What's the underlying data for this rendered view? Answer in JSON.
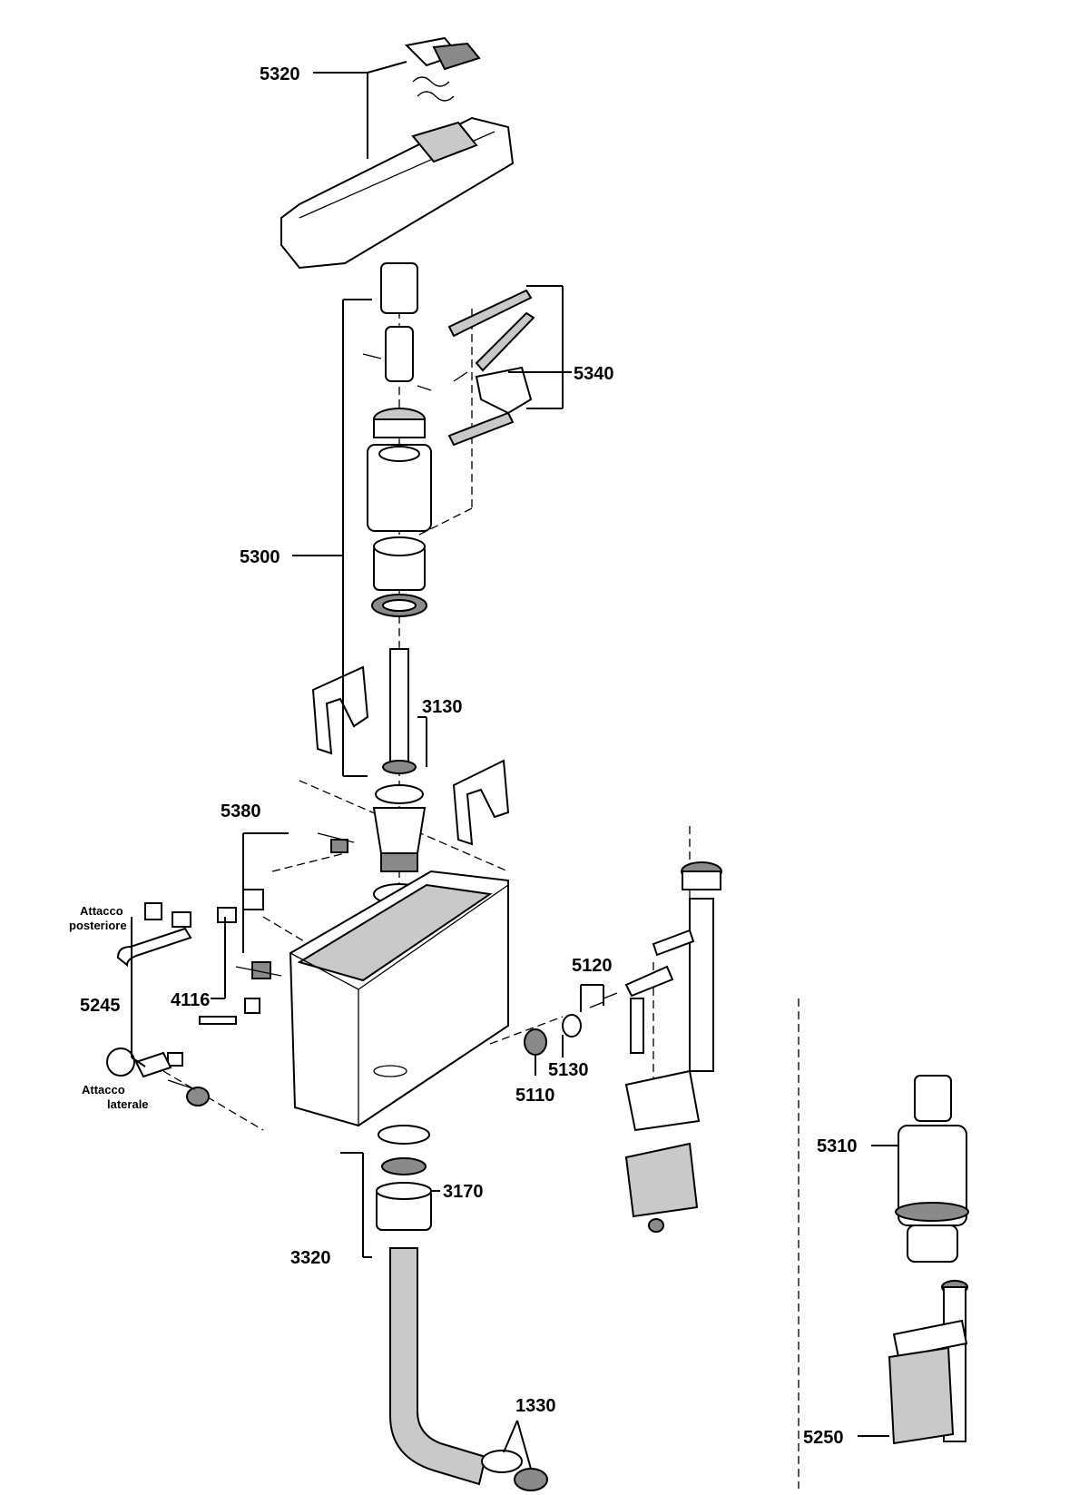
{
  "labels": {
    "l5320": "5320",
    "l5340": "5340",
    "l5300": "5300",
    "l3130": "3130",
    "l5380": "5380",
    "l5120": "5120",
    "attacco_posteriore_1": "Attacco",
    "attacco_posteriore_2": "posteriore",
    "l4116": "4116",
    "l5245": "5245",
    "l5130": "5130",
    "l5110": "5110",
    "attacco_laterale_1": "Attacco",
    "attacco_laterale_2": "laterale",
    "l5310": "5310",
    "l3170": "3170",
    "l3320": "3320",
    "l1330": "1330",
    "l5250": "5250"
  }
}
